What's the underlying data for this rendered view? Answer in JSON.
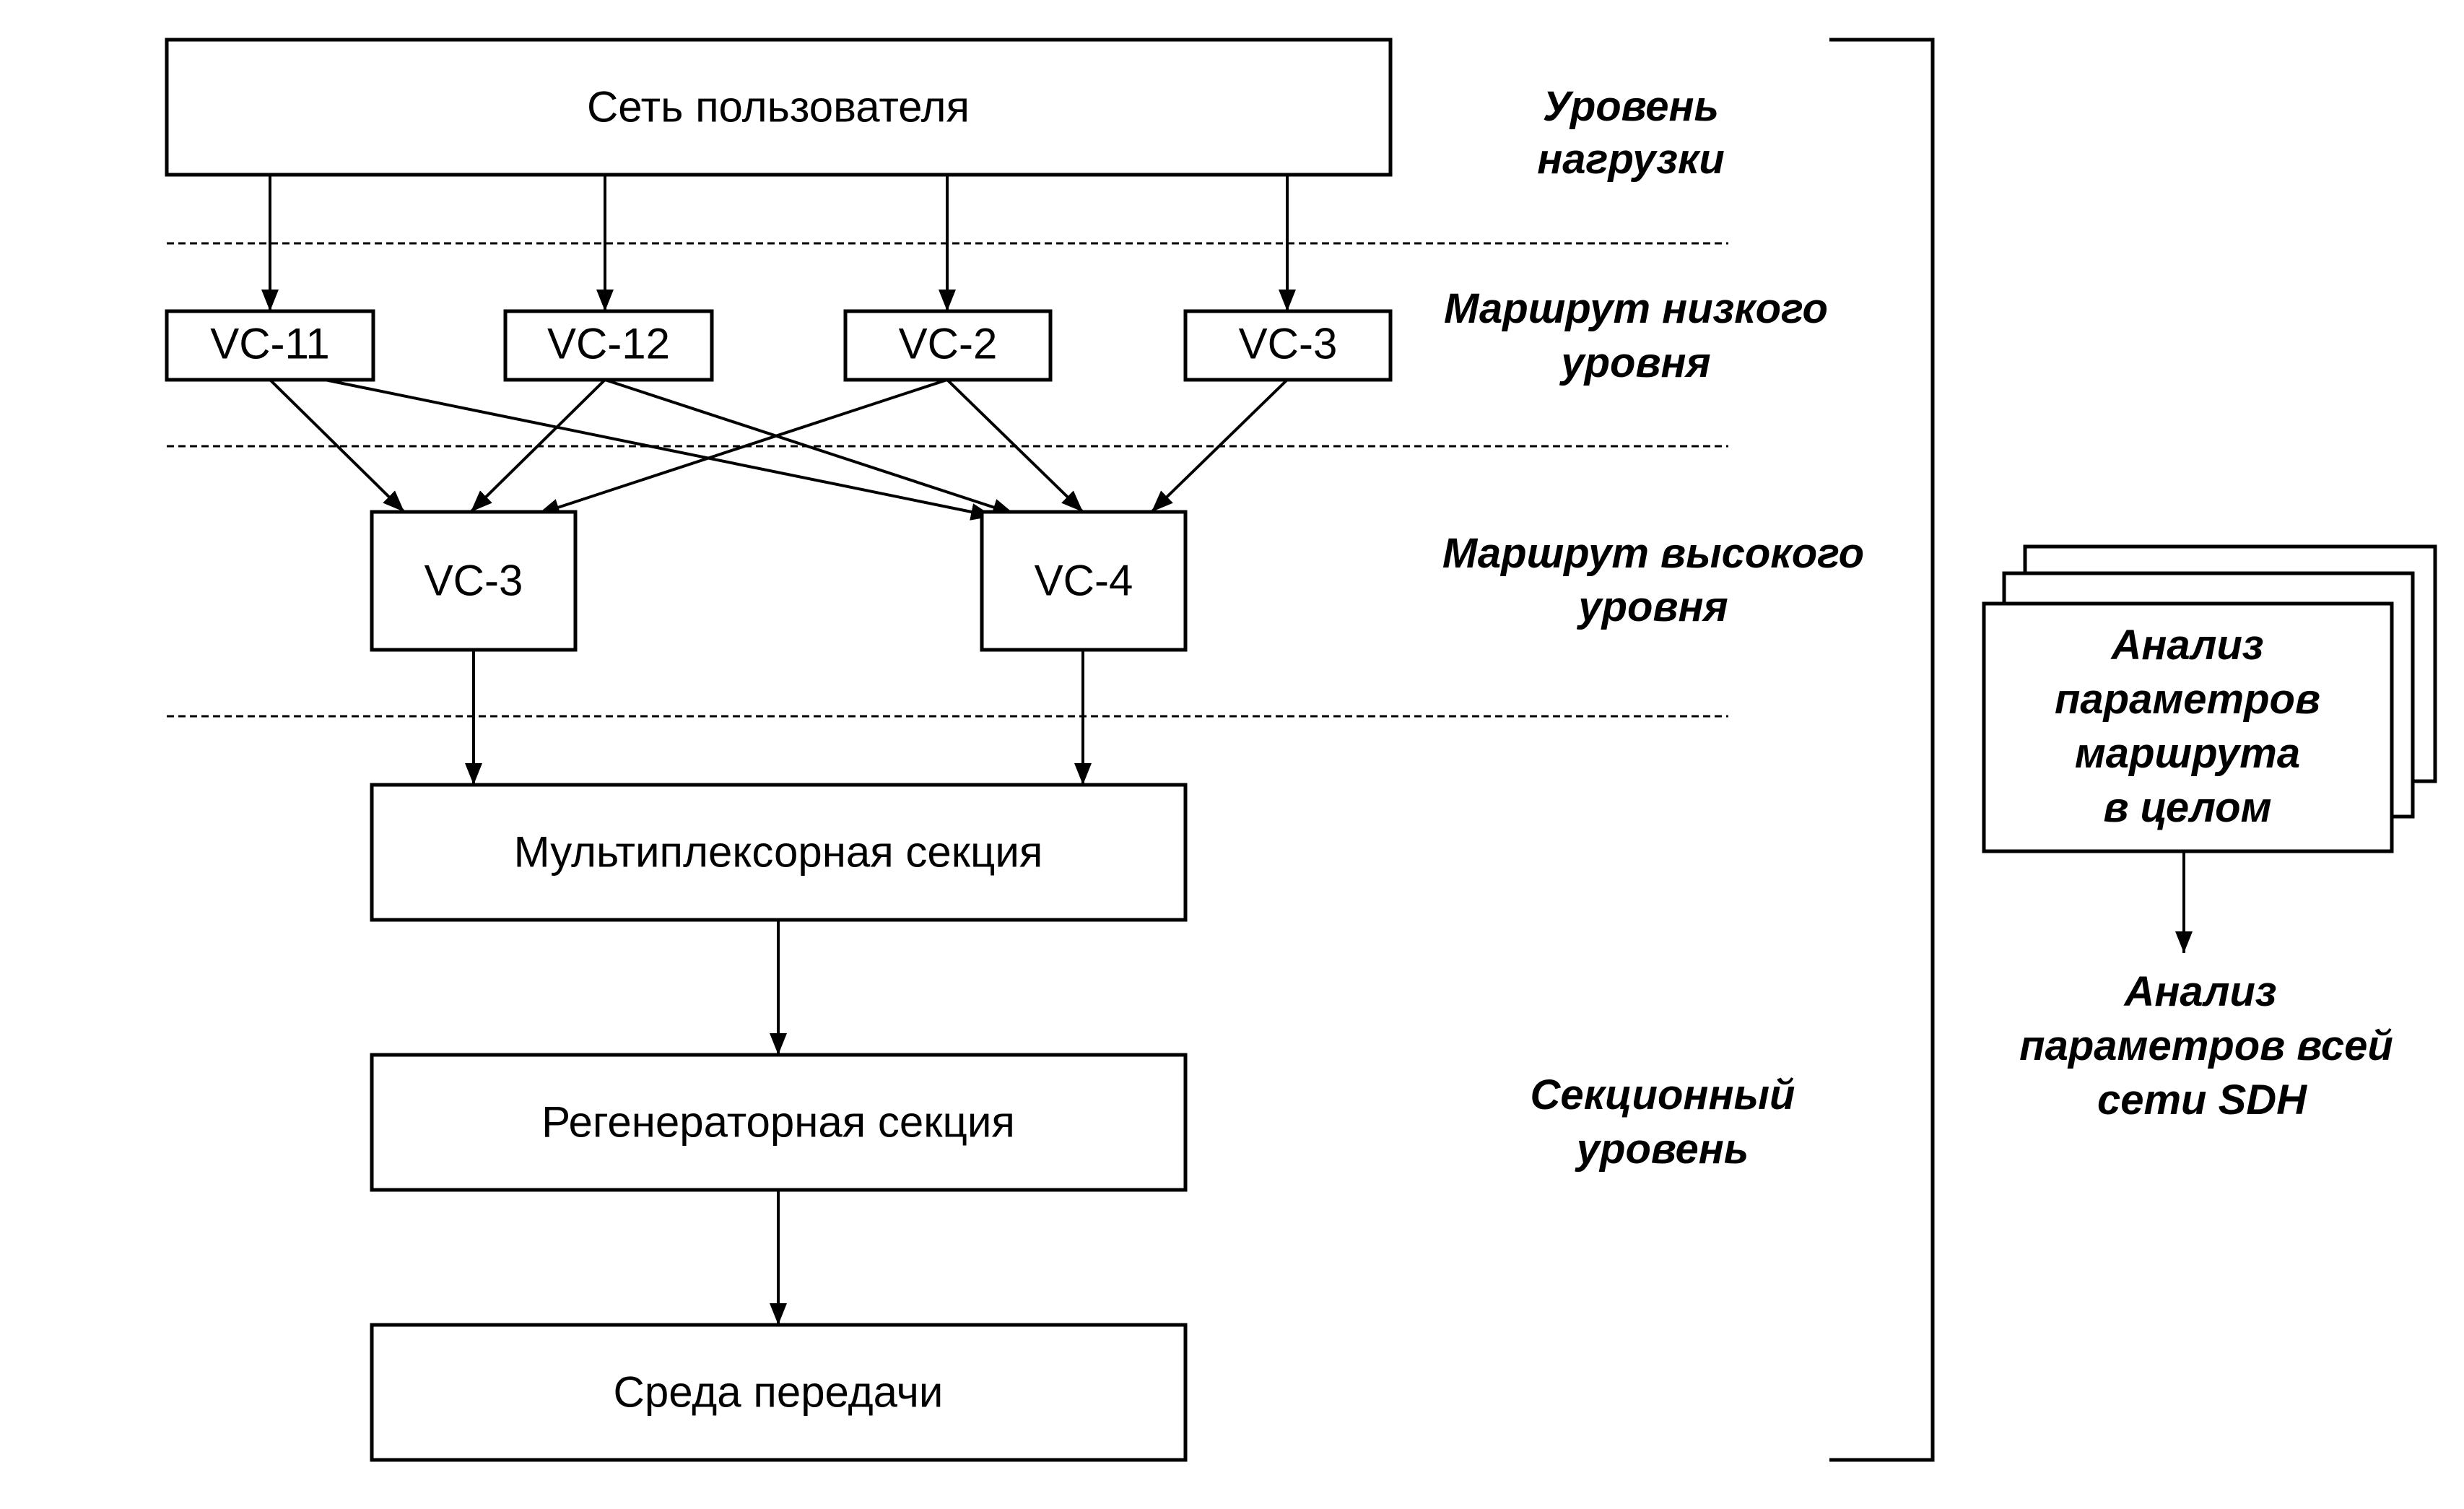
{
  "diagram": {
    "nodes": {
      "user_network": "Сеть пользователя",
      "vc11": "VC-11",
      "vc12": "VC-12",
      "vc2": "VC-2",
      "vc3_low": "VC-3",
      "vc3_high": "VC-3",
      "vc4": "VC-4",
      "multiplex_section": "Мультиплексорная секция",
      "regenerator_section": "Регенераторная секция",
      "transmission_medium": "Среда передачи"
    },
    "edges": [
      [
        "user_network",
        "vc11"
      ],
      [
        "user_network",
        "vc12"
      ],
      [
        "user_network",
        "vc2"
      ],
      [
        "user_network",
        "vc3_low"
      ],
      [
        "vc11",
        "vc3_high"
      ],
      [
        "vc11",
        "vc4"
      ],
      [
        "vc12",
        "vc3_high"
      ],
      [
        "vc12",
        "vc4"
      ],
      [
        "vc2",
        "vc3_high"
      ],
      [
        "vc2",
        "vc4"
      ],
      [
        "vc3_low",
        "vc4"
      ],
      [
        "vc3_high",
        "multiplex_section"
      ],
      [
        "vc4",
        "multiplex_section"
      ],
      [
        "multiplex_section",
        "regenerator_section"
      ],
      [
        "regenerator_section",
        "transmission_medium"
      ],
      [
        "route_analysis",
        "network_analysis"
      ]
    ],
    "levels": {
      "payload": [
        "Уровень",
        "нагрузки"
      ],
      "low_order_path": [
        "Маршрут низкого",
        "уровня"
      ],
      "high_order_path": [
        "Маршрут высокого",
        "уровня"
      ],
      "section": [
        "Секционный",
        "уровень"
      ]
    },
    "route_analysis": [
      "Анализ",
      "параметров",
      "маршрута",
      "в целом"
    ],
    "network_analysis": [
      "Анализ",
      "параметров всей",
      "сети SDH"
    ]
  }
}
